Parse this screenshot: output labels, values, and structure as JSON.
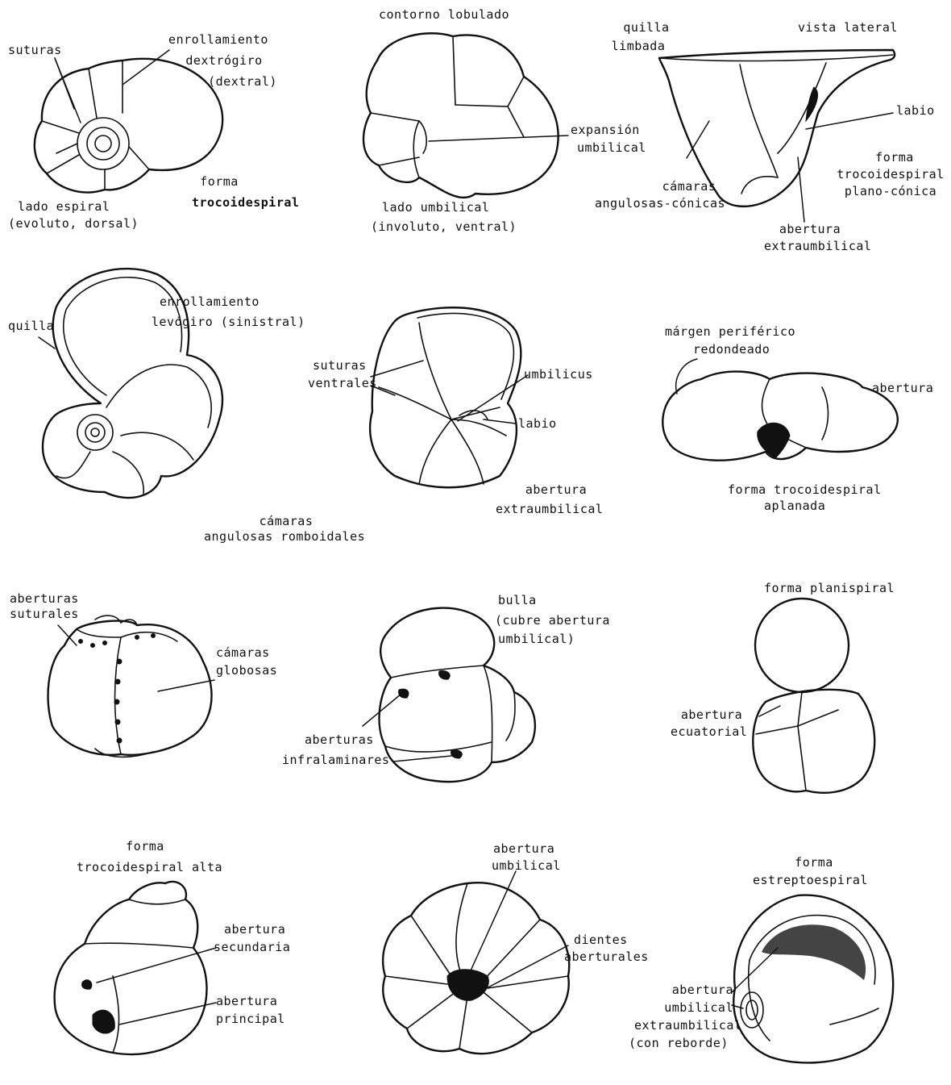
{
  "panels": [
    {
      "id": "p1",
      "labels": [
        "suturas",
        "enrollamiento",
        "dextrógiro",
        "(dextral)",
        "forma",
        "trocoidespiral",
        "lado espiral",
        "(evoluto, dorsal)"
      ]
    },
    {
      "id": "p2",
      "labels": [
        "contorno lobulado",
        "expansión",
        "umbilical",
        "lado umbilical",
        "(involuto, ventral)"
      ]
    },
    {
      "id": "p3",
      "labels": [
        "quilla",
        "limbada",
        "vista lateral",
        "labio",
        "forma",
        "trocoidespiral",
        "plano-cónica",
        "cámaras",
        "angulosas-cónicas",
        "abertura",
        "extraumbilical"
      ]
    },
    {
      "id": "p4",
      "labels": [
        "quilla",
        "enrollamiento",
        "levógiro (sinistral)"
      ]
    },
    {
      "id": "p5",
      "labels": [
        "suturas",
        "ventrales",
        "umbilicus",
        "labio",
        "cámaras",
        "angulosas romboidales",
        "abertura",
        "extraumbilical"
      ]
    },
    {
      "id": "p6",
      "labels": [
        "márgen periférico",
        "redondeado",
        "abertura",
        "forma trocoidespiral",
        "aplanada"
      ]
    },
    {
      "id": "p7",
      "labels": [
        "aberturas",
        "suturales",
        "cámaras",
        "globosas"
      ]
    },
    {
      "id": "p8",
      "labels": [
        "bulla",
        "(cubre abertura",
        "umbilical)",
        "aberturas",
        "infralaminares"
      ]
    },
    {
      "id": "p9",
      "labels": [
        "forma planispiral",
        "abertura",
        "ecuatorial"
      ]
    },
    {
      "id": "p10",
      "labels": [
        "forma",
        "trocoidespiral alta",
        "abertura",
        "secundaria",
        "abertura",
        "principal"
      ]
    },
    {
      "id": "p11",
      "labels": [
        "abertura",
        "umbilical",
        "dientes",
        "aberturales"
      ]
    },
    {
      "id": "p12",
      "labels": [
        "forma",
        "estreptoespiral",
        "abertura",
        "umbilical",
        "extraumbilical",
        "(con reborde)"
      ]
    }
  ]
}
